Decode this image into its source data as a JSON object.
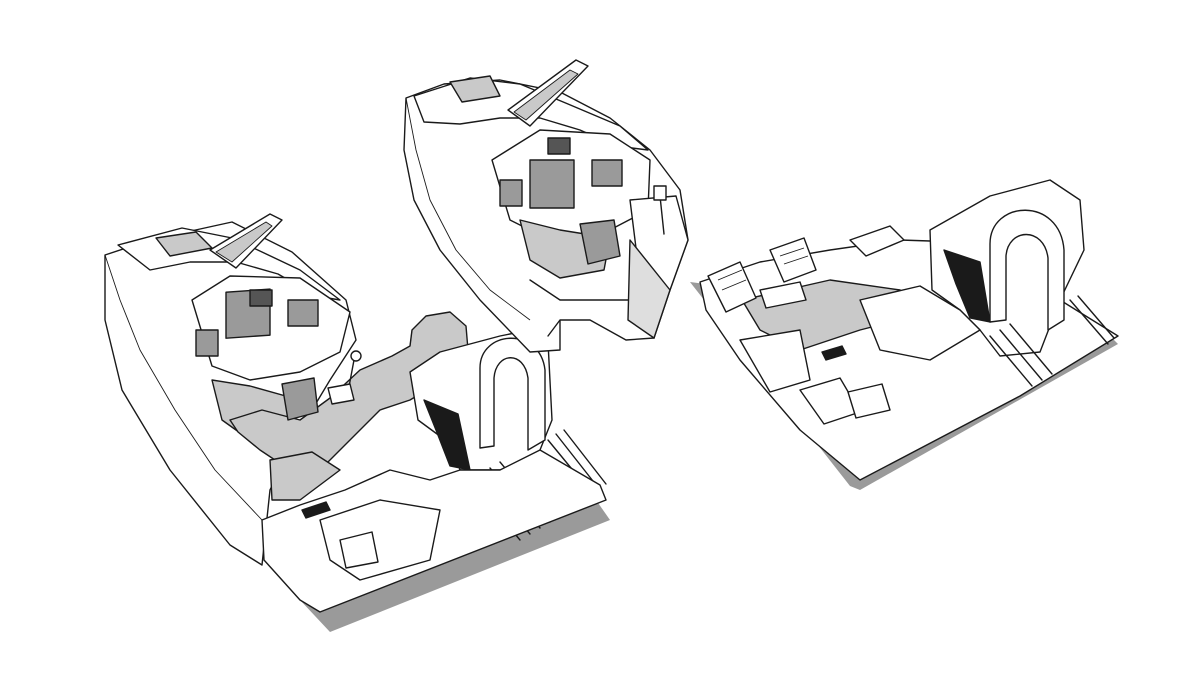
{
  "image": {
    "kind": "technical line illustration",
    "subjects": [
      {
        "name": "cockpit-with-pilot",
        "shading_color": "#9a9a9a"
      },
      {
        "name": "cockpit-side-view",
        "shading_color": "#9a9a9a"
      },
      {
        "name": "cockpit-module-rear",
        "shading_color": "#9a9a9a"
      }
    ],
    "palette": {
      "background": "#ffffff",
      "line": "#1a1a1a",
      "mid_gray": "#9a9a9a",
      "light_gray": "#c9c9c9",
      "dark_gray": "#555555"
    }
  }
}
